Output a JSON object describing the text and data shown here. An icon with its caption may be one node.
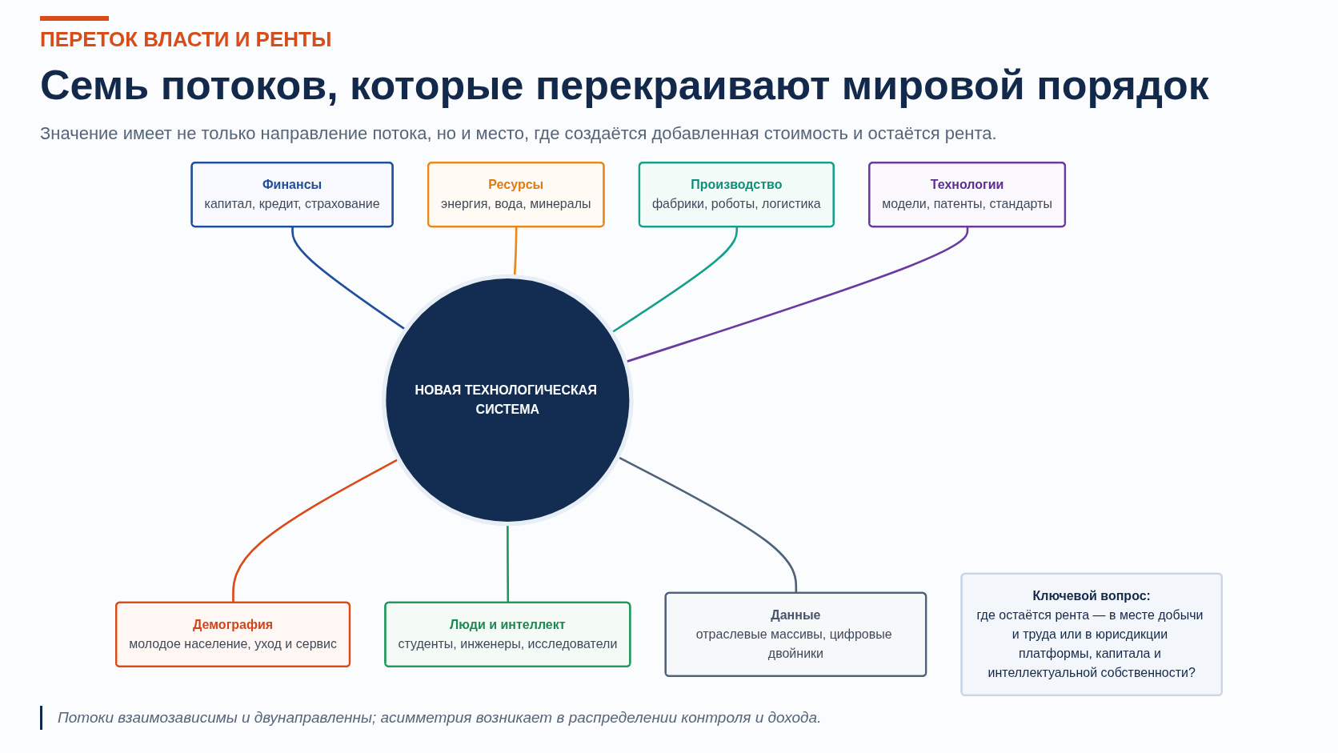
{
  "diagram": {
    "title": "Семь потоков, которые перекраивают мировой порядок",
    "caption": "Потоки взаимозависимы и двунаправленны; асимметрия возникает в распределении контроля и дохода.",
    "nodes": [
      {
        "text": [
          "Финансы",
          "капитал, кредит, страхование"
        ]
      },
      {
        "text": [
          "Ресурсы",
          "энергия, вода, минералы"
        ]
      },
      {
        "text": [
          "Производство",
          "фабрики, роботы, логистика"
        ]
      },
      {
        "text": [
          "НОВАЯ ТЕХНОЛОГИЧЕСКАЯ СИСТЕМА"
        ]
      },
      {
        "text": [
          "Технологии",
          "модели, патенты, стандарты"
        ]
      },
      {
        "text": [
          "Демография",
          "молодое население, уход и сервис"
        ]
      },
      {
        "text": [
          "Люди и интеллект",
          "студенты, инженеры, исследователи"
        ]
      },
      {
        "text": [
          "Данные",
          "отраслевые массивы, цифровые двойники"
        ]
      },
      {
        "text": [
          "Ключевой вопрос:",
          "где остаётся рента — в месте добычи и труда или в юрисдикции платформы, капитала и интеллектуальной собственности?"
        ]
      }
    ],
    "edges": [
      {
        "from": 3,
        "to": 0,
        "arrow": "none",
        "color": "#1f4e9c"
      },
      {
        "from": 3,
        "to": 1,
        "arrow": "none",
        "color": "#e8891c"
      },
      {
        "from": 3,
        "to": 2,
        "arrow": "none",
        "color": "#14a08a"
      },
      {
        "from": 3,
        "to": 4,
        "arrow": "none",
        "color": "#6a3a9e"
      },
      {
        "from": 5,
        "to": 3,
        "arrow": "none",
        "color": "#d94c1a"
      },
      {
        "from": 6,
        "to": 3,
        "arrow": "none",
        "color": "#1f9a5c"
      },
      {
        "from": 7,
        "to": 3,
        "arrow": "none",
        "color": "#4f627a"
      }
    ],
    "labels": [
      "ПЕРЕТОК ВЛАСТИ И РЕНТЫ",
      "Значение имеет не только направление потока, но и место, где создаётся добавленная стоимость и остаётся рента."
    ]
  }
}
